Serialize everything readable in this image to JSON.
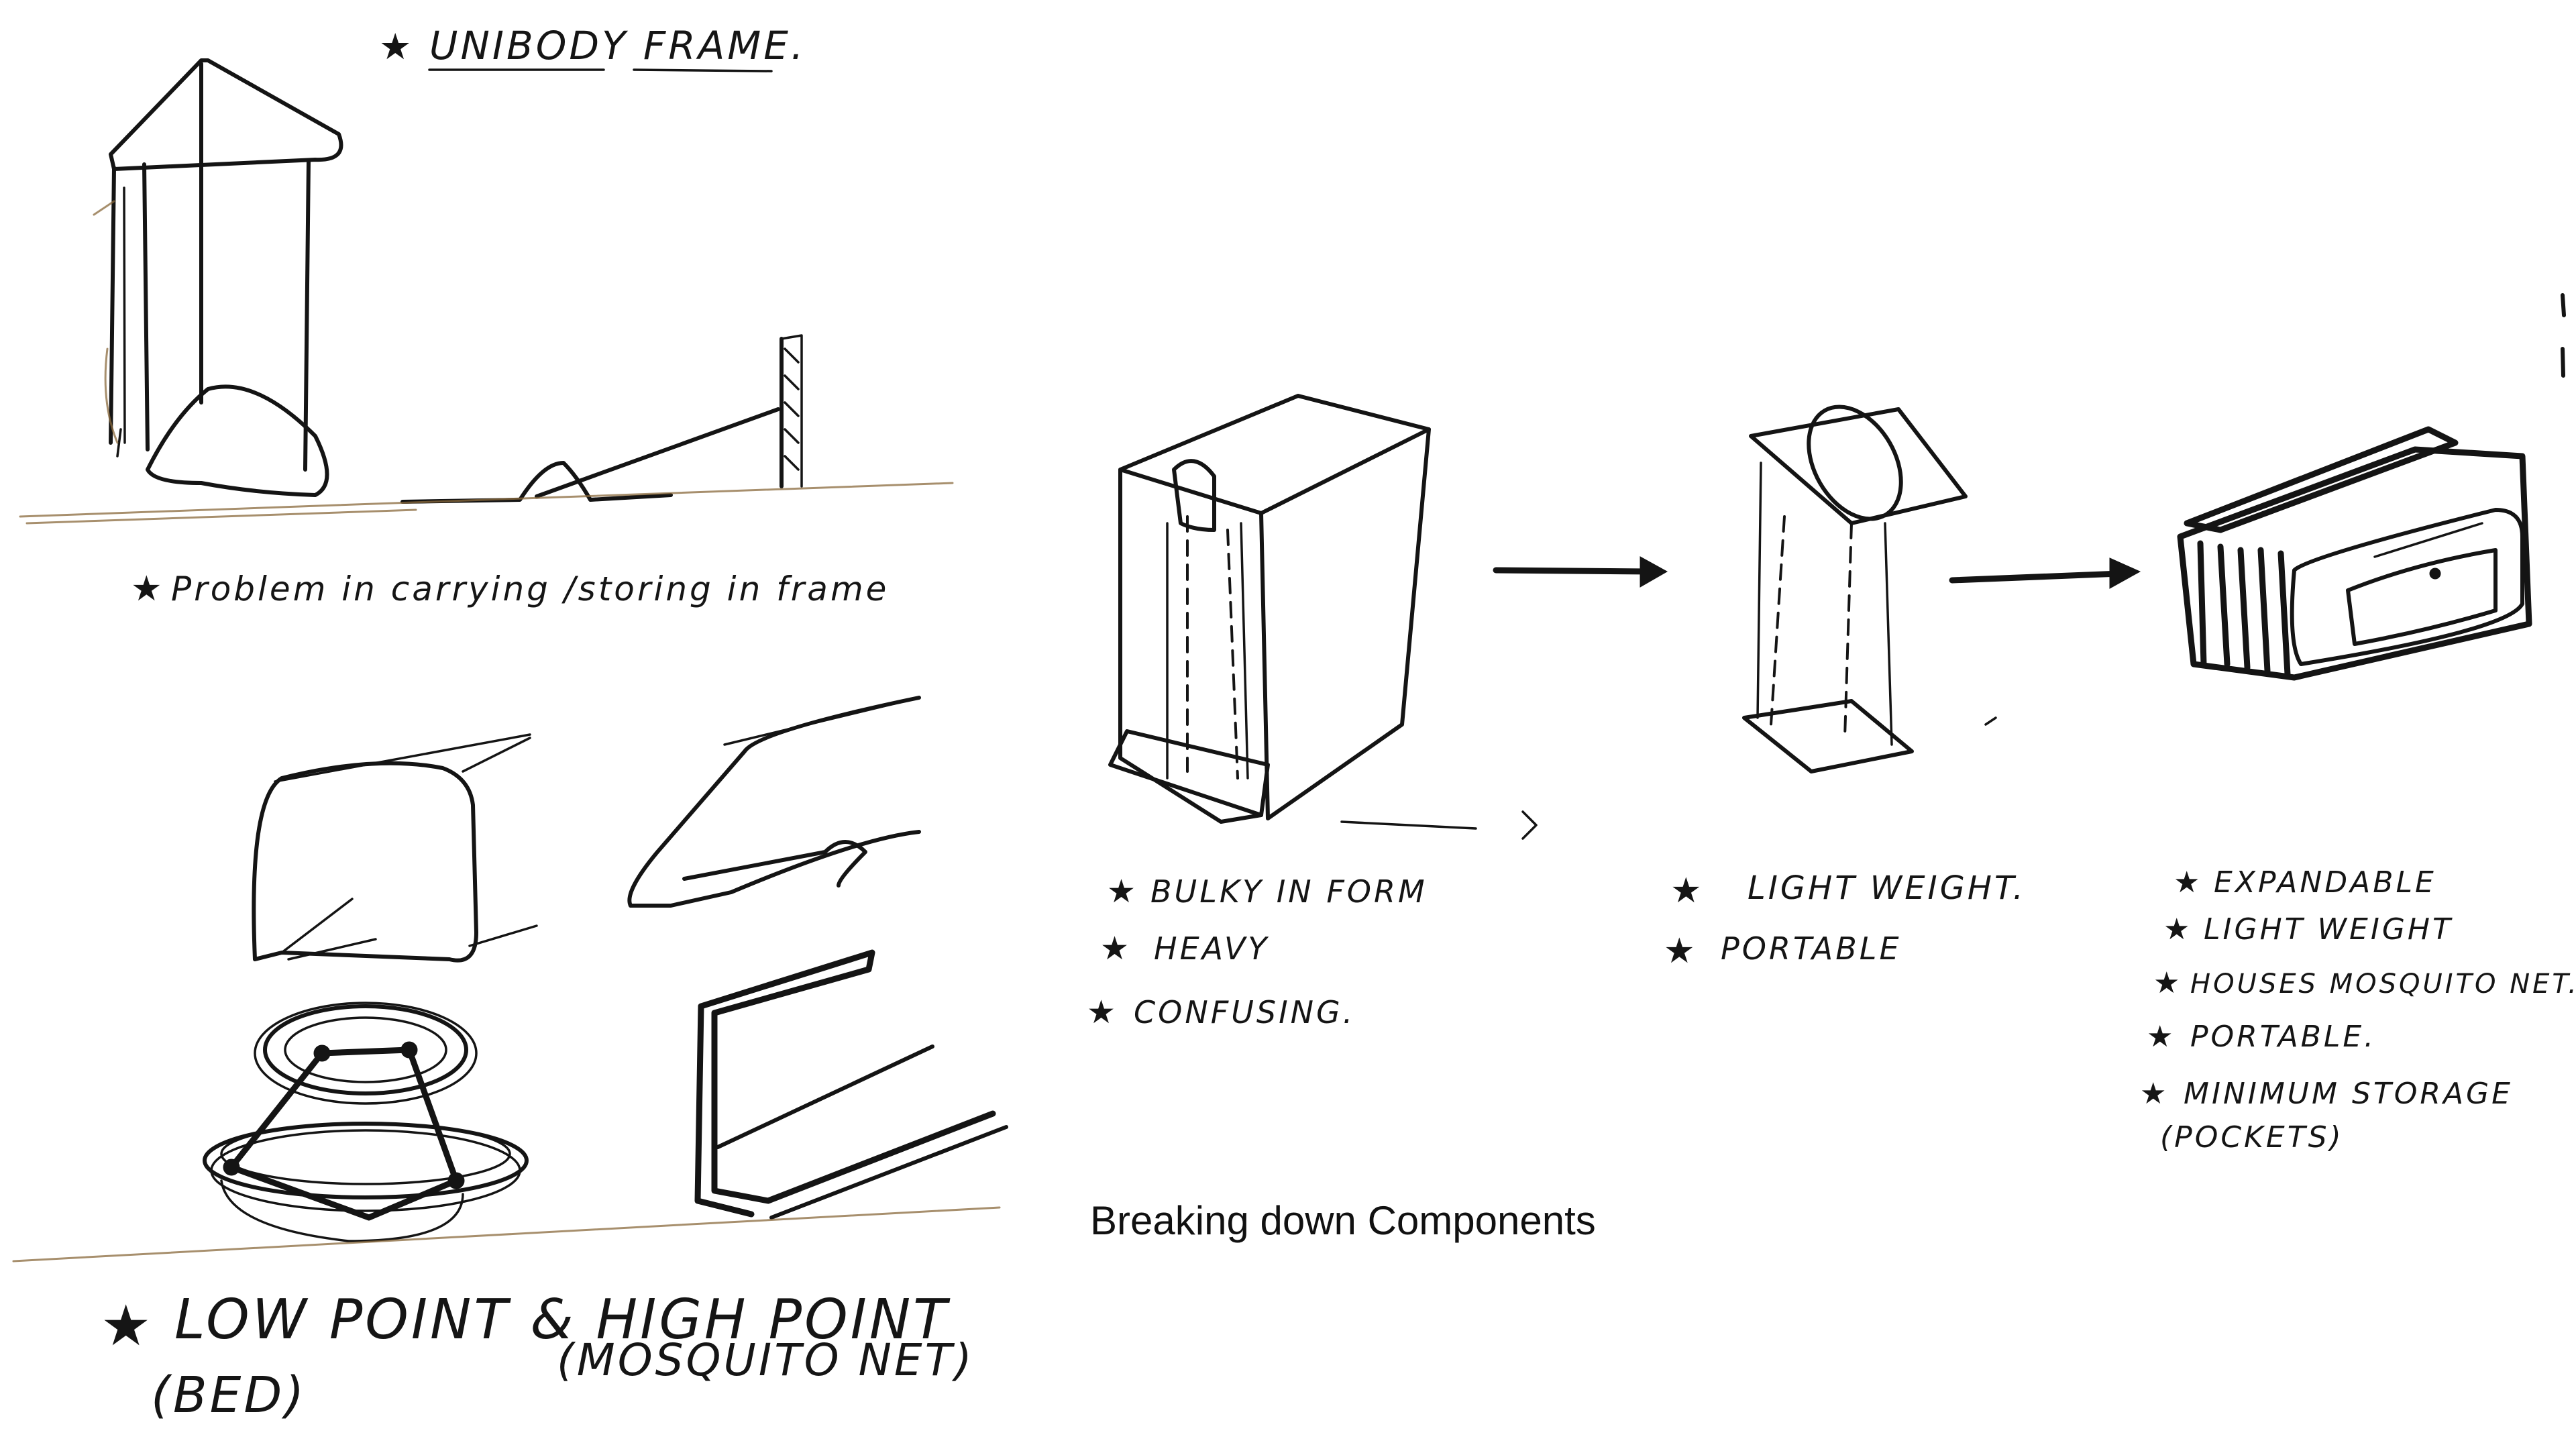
{
  "sketch_page": {
    "unibody_title": "UNIBODY FRAME.",
    "problem_note": "Problem in carrying /storing in frame",
    "lowpoint_caption": {
      "line1": "LOW POINT & HIGH POINT",
      "line2a": "(BED)",
      "line2b": "(MOSQUITO NET)"
    },
    "stage1_notes": [
      "BULKY IN FORM",
      "HEAVY",
      "CONFUSING."
    ],
    "stage2_notes": [
      "LIGHT WEIGHT.",
      "PORTABLE"
    ],
    "stage3_notes": [
      "EXPANDABLE",
      "LIGHT WEIGHT",
      "HOUSES MOSQUITO NET.",
      "PORTABLE.",
      "MINIMUM STORAGE",
      "(POCKETS)"
    ],
    "section_caption": "Breaking down Components",
    "star_glyph": "★",
    "ink_color": "#141414",
    "pencil_color": "#8a6a3c"
  }
}
